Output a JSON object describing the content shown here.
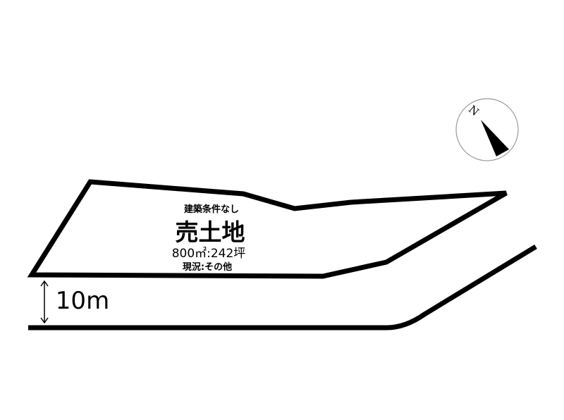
{
  "plot": {
    "condition": "建築条件なし",
    "title": "売土地",
    "area": "800㎡:242坪",
    "current_status": "現況:その他"
  },
  "road": {
    "width_label": "10m"
  },
  "compass": {
    "north_label": "N"
  },
  "colors": {
    "line": "#000000",
    "background": "#ffffff",
    "compass_circle": "#999999"
  }
}
